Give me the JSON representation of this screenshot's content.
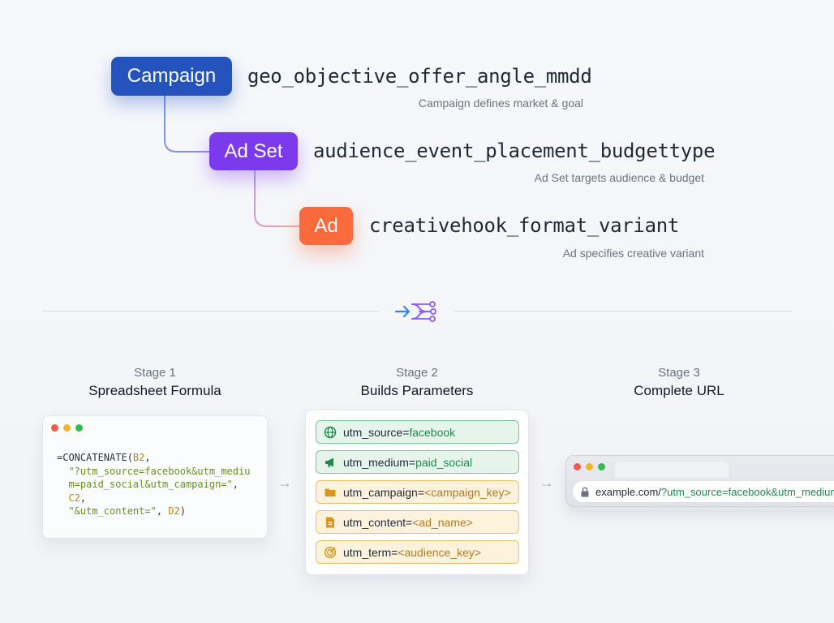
{
  "hierarchy": {
    "campaign": {
      "label": "Campaign",
      "pattern": "geo_objective_offer_angle_mmdd",
      "description": "Campaign defines market & goal",
      "color": "#2453bd"
    },
    "adset": {
      "label": "Ad Set",
      "pattern": "audience_event_placement_budgettype",
      "description": "Ad Set targets audience & budget",
      "color": "#7c3aed"
    },
    "ad": {
      "label": "Ad",
      "pattern": "creativehook_format_variant",
      "description": "Ad specifies creative variant",
      "color": "#fb6a3b"
    }
  },
  "divider": {
    "icon": "merge-arrows-icon"
  },
  "stages": [
    {
      "number": "Stage 1",
      "title": "Spreadsheet Formula"
    },
    {
      "number": "Stage 2",
      "title": "Builds Parameters"
    },
    {
      "number": "Stage 3",
      "title": "Complete URL"
    }
  ],
  "formula": {
    "line1": "=CONCATENATE(",
    "ref1": "B2",
    "line1_end": ",",
    "str1a": "\"?utm_source=facebook&utm_mediu",
    "str1b": "m=paid_social&utm_campaign=\"",
    "comma1": ",",
    "ref2": "C2",
    "comma2": ",",
    "str2": "\"&utm_content=\"",
    "comma3": ", ",
    "ref3": "D2",
    "close": ")"
  },
  "params": [
    {
      "key": "utm_source=",
      "value": "facebook",
      "icon": "globe-icon",
      "style": "green"
    },
    {
      "key": "utm_medium=",
      "value": "paid_social",
      "icon": "megaphone-icon",
      "style": "green"
    },
    {
      "key": "utm_campaign=",
      "value": "<campaign_key>",
      "icon": "folder-icon",
      "style": "amber"
    },
    {
      "key": "utm_content=",
      "value": "<ad_name>",
      "icon": "document-icon",
      "style": "amber"
    },
    {
      "key": "utm_term=",
      "value": "<audience_key>",
      "icon": "target-icon",
      "style": "amber"
    }
  ],
  "browser": {
    "host": "example.com/",
    "query": "?utm_source=facebook&utm_medium"
  },
  "colors": {
    "green": "#1f8a4c",
    "amber": "#b7791f",
    "window_red": "#ef5b4f",
    "window_yellow": "#f5b524",
    "window_green": "#2fbf4f"
  }
}
